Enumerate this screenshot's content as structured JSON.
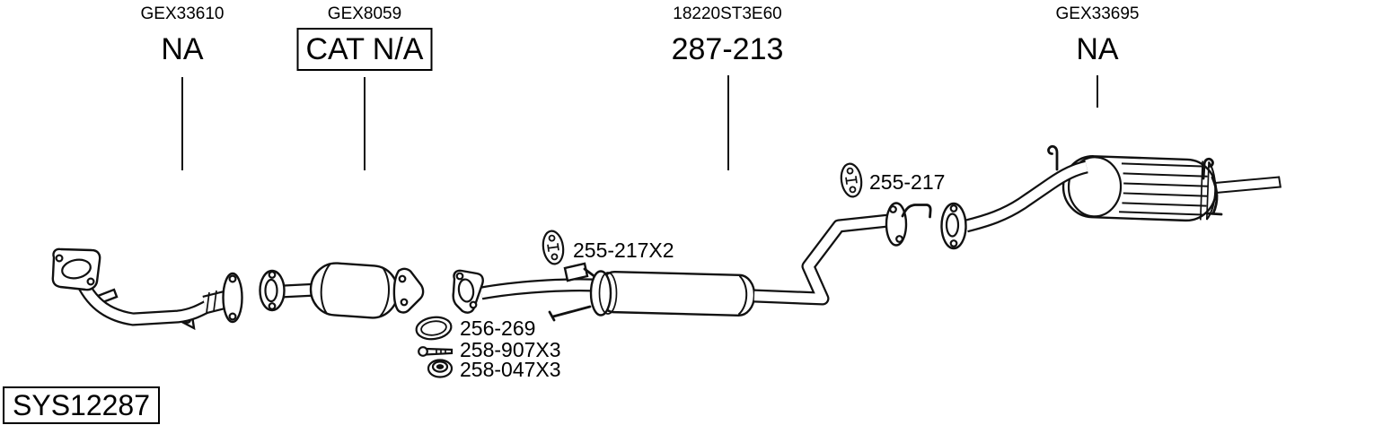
{
  "system": {
    "code": "SYS12287"
  },
  "callouts": [
    {
      "ref": "GEX33610",
      "value": "NA",
      "boxed": false,
      "component": "front-pipe"
    },
    {
      "ref": "GEX8059",
      "value": "CAT N/A",
      "boxed": true,
      "component": "catalytic-converter"
    },
    {
      "ref": "18220ST3E60",
      "value": "287-213",
      "boxed": false,
      "component": "center-pipe-with-resonator"
    },
    {
      "ref": "GEX33695",
      "value": "NA",
      "boxed": false,
      "component": "rear-muffler"
    }
  ],
  "fittings": [
    {
      "icon": "rubber-hanger-icon",
      "label": "255-217X2"
    },
    {
      "icon": "rubber-hanger-icon",
      "label": "255-217"
    },
    {
      "icon": "gasket-ring-icon",
      "label": "256-269"
    },
    {
      "icon": "bolt-icon",
      "label": "258-907X3"
    },
    {
      "icon": "nut-icon",
      "label": "258-047X3"
    }
  ],
  "drawing": {
    "components": [
      "front-pipe",
      "catalytic-converter",
      "center-pipe-with-resonator",
      "rear-muffler"
    ]
  },
  "colors": {
    "line": "#000000",
    "background": "#ffffff"
  }
}
